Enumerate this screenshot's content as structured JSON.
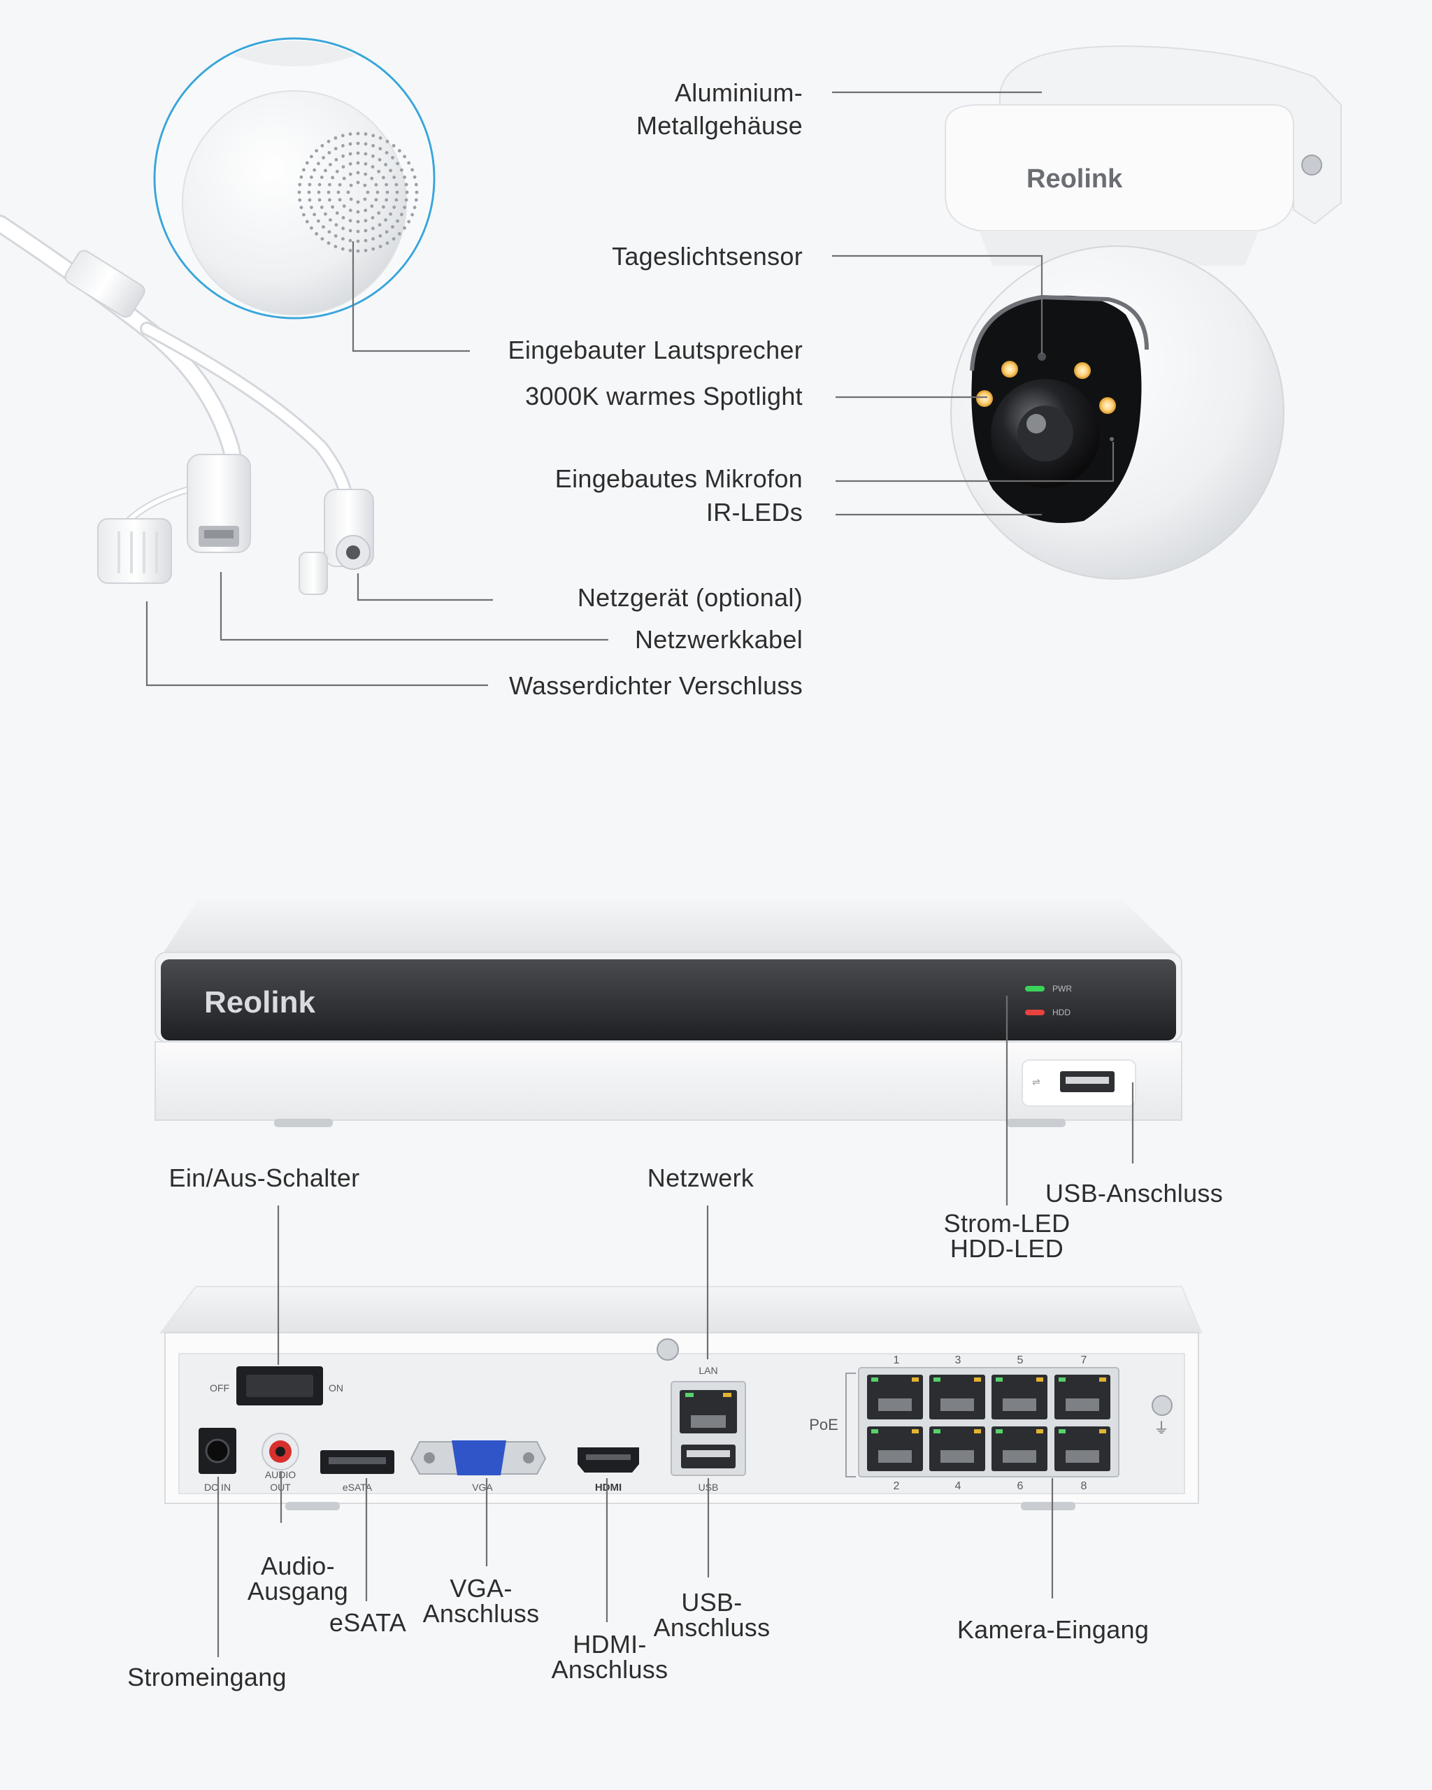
{
  "camera_labels": {
    "housing": "Aluminium-\nMetallgehäuse",
    "daylight_sensor": "Tageslichtsensor",
    "speaker": "Eingebauter Lautsprecher",
    "spotlight": "3000K warmes Spotlight",
    "microphone": "Eingebautes Mikrofon",
    "ir_leds": "IR-LEDs",
    "power_adapter": "Netzgerät (optional)",
    "network_cable": "Netzwerkkabel",
    "waterproof_cap": "Wasserdichter Verschluss"
  },
  "nvr_labels": {
    "power_switch": "Ein/Aus-Schalter",
    "network": "Netzwerk",
    "usb_front": "USB-Anschluss",
    "leds": "Strom-LED\nHDD-LED",
    "audio_out": "Audio-\nAusgang",
    "esata": "eSATA",
    "vga": "VGA-\nAnschluss",
    "hdmi": "HDMI-\nAnschluss",
    "usb_rear": "USB-\nAnschluss",
    "camera_input": "Kamera-Eingang",
    "power_input": "Stromeingang"
  },
  "device_text": {
    "camera_brand": "Reolink",
    "nvr_brand": "Reolink",
    "pwr": "PWR",
    "hdd": "HDD",
    "off": "OFF",
    "on": "ON",
    "dc_in": "DC IN",
    "audio_out_1": "AUDIO",
    "audio_out_2": "OUT",
    "esata_port": "eSATA",
    "vga_port": "VGA",
    "hdmi_port": "HDMI",
    "usb_port": "USB",
    "lan": "LAN",
    "poe": "PoE",
    "ports_top": [
      "1",
      "3",
      "5",
      "7"
    ],
    "ports_bottom": [
      "2",
      "4",
      "6",
      "8"
    ]
  },
  "colors": {
    "background": "#f6f7f9",
    "callout_ring": "#3aa6db",
    "pwr_led": "#3ad35a",
    "hdd_led": "#e8433f",
    "spotlight": "#ffd27a",
    "vga_blue": "#2f55c8"
  }
}
